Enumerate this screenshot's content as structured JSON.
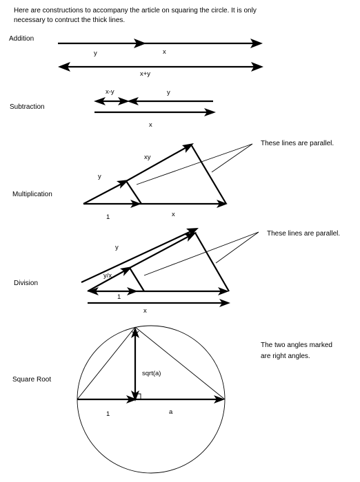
{
  "intro": {
    "line1": "Here are  constructions to accompany the article on squaring the circle. It is only",
    "line2": "necessary to contruct the thick lines."
  },
  "addition": {
    "title": "Addition",
    "label_y": "y",
    "label_x": "x",
    "label_sum": "x+y"
  },
  "subtraction": {
    "title": "Subtraction",
    "label_diff": "x-y",
    "label_y": "y",
    "label_x": "x"
  },
  "multiplication": {
    "title": "Multiplication",
    "label_xy": "xy",
    "label_y": "y",
    "label_1": "1",
    "label_x": "x",
    "note": "These lines are parallel."
  },
  "division": {
    "title": "Division",
    "label_y": "y",
    "label_yx": "y/x",
    "label_1": "1",
    "label_x": "x",
    "note": "These lines are parallel."
  },
  "square_root": {
    "title": "Square Root",
    "label_sqrt": "sqrt(a)",
    "label_1": "1",
    "label_a": "a",
    "note_line1": "The two angles marked",
    "note_line2": "are right angles."
  }
}
